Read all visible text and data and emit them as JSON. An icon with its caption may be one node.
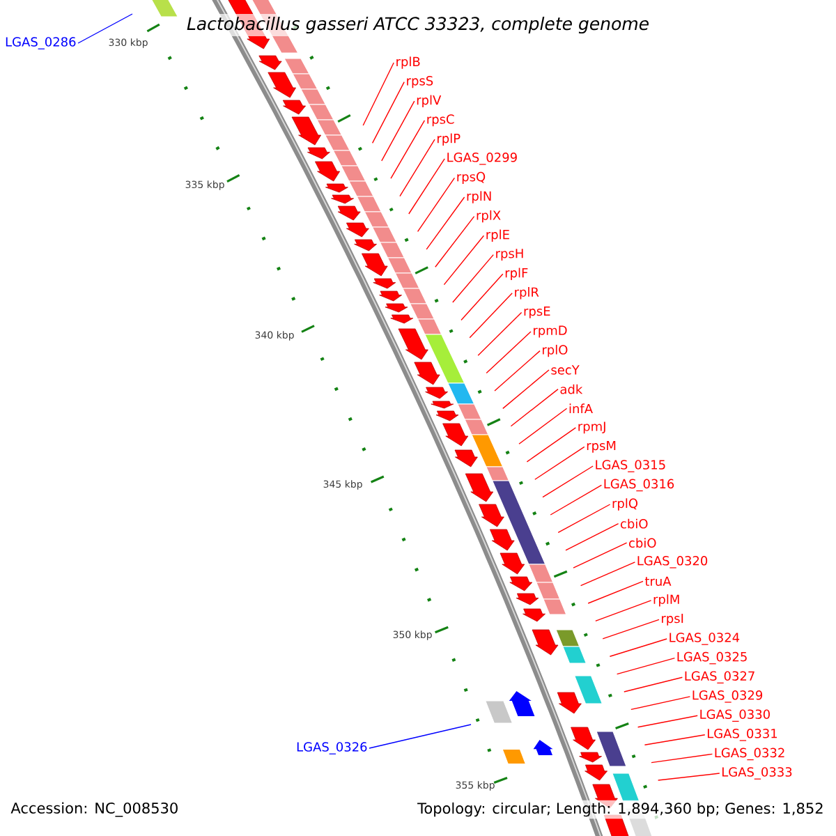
{
  "diagram": {
    "title": "Lactobacillus gasseri ATCC 33323, complete genome",
    "nodes": [
      {
        "text": [
          "LGAS_0286"
        ]
      },
      {
        "text": [
          "rplB"
        ]
      },
      {
        "text": [
          "rpsS"
        ]
      },
      {
        "text": [
          "rplV"
        ]
      },
      {
        "text": [
          "rpsC"
        ]
      },
      {
        "text": [
          "rplP"
        ]
      },
      {
        "text": [
          "LGAS_0299"
        ]
      },
      {
        "text": [
          "rpsQ"
        ]
      },
      {
        "text": [
          "rplN"
        ]
      },
      {
        "text": [
          "rplX"
        ]
      },
      {
        "text": [
          "rplE"
        ]
      },
      {
        "text": [
          "rpsH"
        ]
      },
      {
        "text": [
          "rplF"
        ]
      },
      {
        "text": [
          "rplR"
        ]
      },
      {
        "text": [
          "rpsE"
        ]
      },
      {
        "text": [
          "rpmD"
        ]
      },
      {
        "text": [
          "rplO"
        ]
      },
      {
        "text": [
          "secY"
        ]
      },
      {
        "text": [
          "adk"
        ]
      },
      {
        "text": [
          "infA"
        ]
      },
      {
        "text": [
          "rpmJ"
        ]
      },
      {
        "text": [
          "rpsM"
        ]
      },
      {
        "text": [
          "LGAS_0315"
        ]
      },
      {
        "text": [
          "LGAS_0316"
        ]
      },
      {
        "text": [
          "rplQ"
        ]
      },
      {
        "text": [
          "cbiO"
        ]
      },
      {
        "text": [
          "cbiO"
        ]
      },
      {
        "text": [
          "LGAS_0320"
        ]
      },
      {
        "text": [
          "truA"
        ]
      },
      {
        "text": [
          "rplM"
        ]
      },
      {
        "text": [
          "rpsI"
        ]
      },
      {
        "text": [
          "LGAS_0324"
        ]
      },
      {
        "text": [
          "LGAS_0325"
        ]
      },
      {
        "text": [
          "LGAS_0327"
        ]
      },
      {
        "text": [
          "LGAS_0329"
        ]
      },
      {
        "text": [
          "LGAS_0330"
        ]
      },
      {
        "text": [
          "LGAS_0331"
        ]
      },
      {
        "text": [
          "LGAS_0332"
        ]
      },
      {
        "text": [
          "LGAS_0333"
        ]
      },
      {
        "text": [
          "LGAS_0326"
        ]
      }
    ],
    "edges": [
      {
        "from": 0,
        "to": null,
        "arrow": "none",
        "color": "#0000ff"
      },
      {
        "from": 1,
        "to": null,
        "arrow": "none"
      },
      {
        "from": 2,
        "to": null,
        "arrow": "none"
      },
      {
        "from": 3,
        "to": null,
        "arrow": "none"
      },
      {
        "from": 4,
        "to": null,
        "arrow": "none"
      },
      {
        "from": 5,
        "to": null,
        "arrow": "none"
      },
      {
        "from": 6,
        "to": null,
        "arrow": "none"
      },
      {
        "from": 7,
        "to": null,
        "arrow": "none"
      },
      {
        "from": 8,
        "to": null,
        "arrow": "none"
      },
      {
        "from": 9,
        "to": null,
        "arrow": "none"
      },
      {
        "from": 10,
        "to": null,
        "arrow": "none"
      },
      {
        "from": 11,
        "to": null,
        "arrow": "none"
      },
      {
        "from": 12,
        "to": null,
        "arrow": "none"
      },
      {
        "from": 13,
        "to": null,
        "arrow": "none"
      },
      {
        "from": 14,
        "to": null,
        "arrow": "none"
      },
      {
        "from": 15,
        "to": null,
        "arrow": "none"
      },
      {
        "from": 16,
        "to": null,
        "arrow": "none"
      },
      {
        "from": 17,
        "to": null,
        "arrow": "none"
      },
      {
        "from": 18,
        "to": null,
        "arrow": "none"
      },
      {
        "from": 19,
        "to": null,
        "arrow": "none"
      },
      {
        "from": 20,
        "to": null,
        "arrow": "none"
      },
      {
        "from": 21,
        "to": null,
        "arrow": "none"
      },
      {
        "from": 22,
        "to": null,
        "arrow": "none"
      },
      {
        "from": 23,
        "to": null,
        "arrow": "none"
      },
      {
        "from": 24,
        "to": null,
        "arrow": "none"
      },
      {
        "from": 25,
        "to": null,
        "arrow": "none"
      },
      {
        "from": 26,
        "to": null,
        "arrow": "none"
      },
      {
        "from": 27,
        "to": null,
        "arrow": "none"
      },
      {
        "from": 28,
        "to": null,
        "arrow": "none"
      },
      {
        "from": 29,
        "to": null,
        "arrow": "none"
      },
      {
        "from": 30,
        "to": null,
        "arrow": "none"
      },
      {
        "from": 31,
        "to": null,
        "arrow": "none"
      },
      {
        "from": 32,
        "to": null,
        "arrow": "none"
      },
      {
        "from": 33,
        "to": null,
        "arrow": "none"
      },
      {
        "from": 34,
        "to": null,
        "arrow": "none"
      },
      {
        "from": 35,
        "to": null,
        "arrow": "none"
      },
      {
        "from": 36,
        "to": null,
        "arrow": "none"
      },
      {
        "from": 37,
        "to": null,
        "arrow": "none"
      },
      {
        "from": 38,
        "to": null,
        "arrow": "none"
      },
      {
        "from": 39,
        "to": null,
        "arrow": "none",
        "color": "#0000ff"
      }
    ],
    "labels": [
      "330 kbp",
      "335 kbp",
      "340 kbp",
      "345 kbp",
      "350 kbp",
      "355 kbp",
      "Accession: NC_008530",
      "Topology: circular; Length: 1,894,360 bp; Genes: 1,852"
    ]
  }
}
